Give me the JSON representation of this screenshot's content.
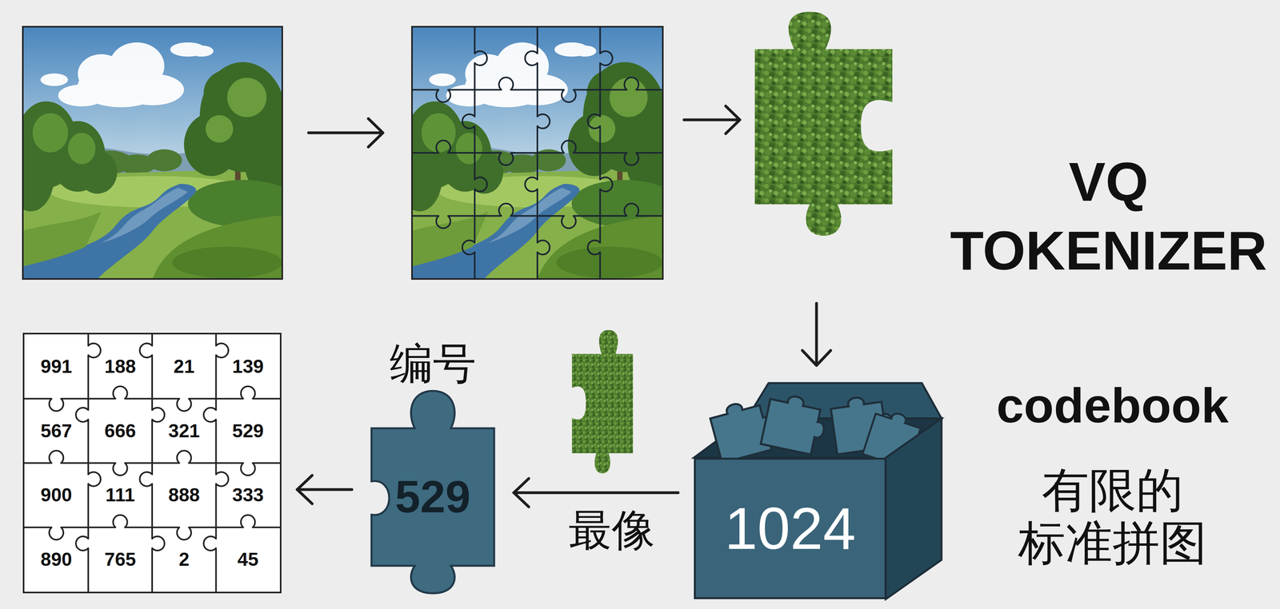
{
  "diagram": {
    "title": "VQ TOKENIZER",
    "nodes": [
      {
        "text": []
      },
      {
        "text": [
          "991"
        ],
        "in": 0
      },
      {
        "text": [
          "188"
        ],
        "in": 0
      },
      {
        "text": [
          "21"
        ],
        "in": 0
      },
      {
        "text": [
          "139"
        ],
        "in": 0
      },
      {
        "text": [
          "567"
        ],
        "in": 0
      },
      {
        "text": [
          "666"
        ],
        "in": 0
      },
      {
        "text": [
          "321"
        ],
        "in": 0
      },
      {
        "text": [
          "529"
        ],
        "in": 0
      },
      {
        "text": [
          "900"
        ],
        "in": 0
      },
      {
        "text": [
          "111"
        ],
        "in": 0
      },
      {
        "text": [
          "888"
        ],
        "in": 0
      },
      {
        "text": [
          "333"
        ],
        "in": 0
      },
      {
        "text": [
          "890"
        ],
        "in": 0
      },
      {
        "text": [
          "765"
        ],
        "in": 0
      },
      {
        "text": [
          "2"
        ],
        "in": 0
      },
      {
        "text": [
          "45"
        ],
        "in": 0
      },
      {
        "text": [
          "编号",
          "529"
        ]
      },
      {
        "text": [
          "1024"
        ]
      }
    ],
    "edges": [
      {
        "from": 18,
        "to": 17,
        "label": "最像",
        "arrow": "to"
      },
      {
        "from": 17,
        "to": 0,
        "arrow": "to"
      }
    ],
    "labels": [
      "codebook",
      "有限的 标准拼图"
    ]
  }
}
